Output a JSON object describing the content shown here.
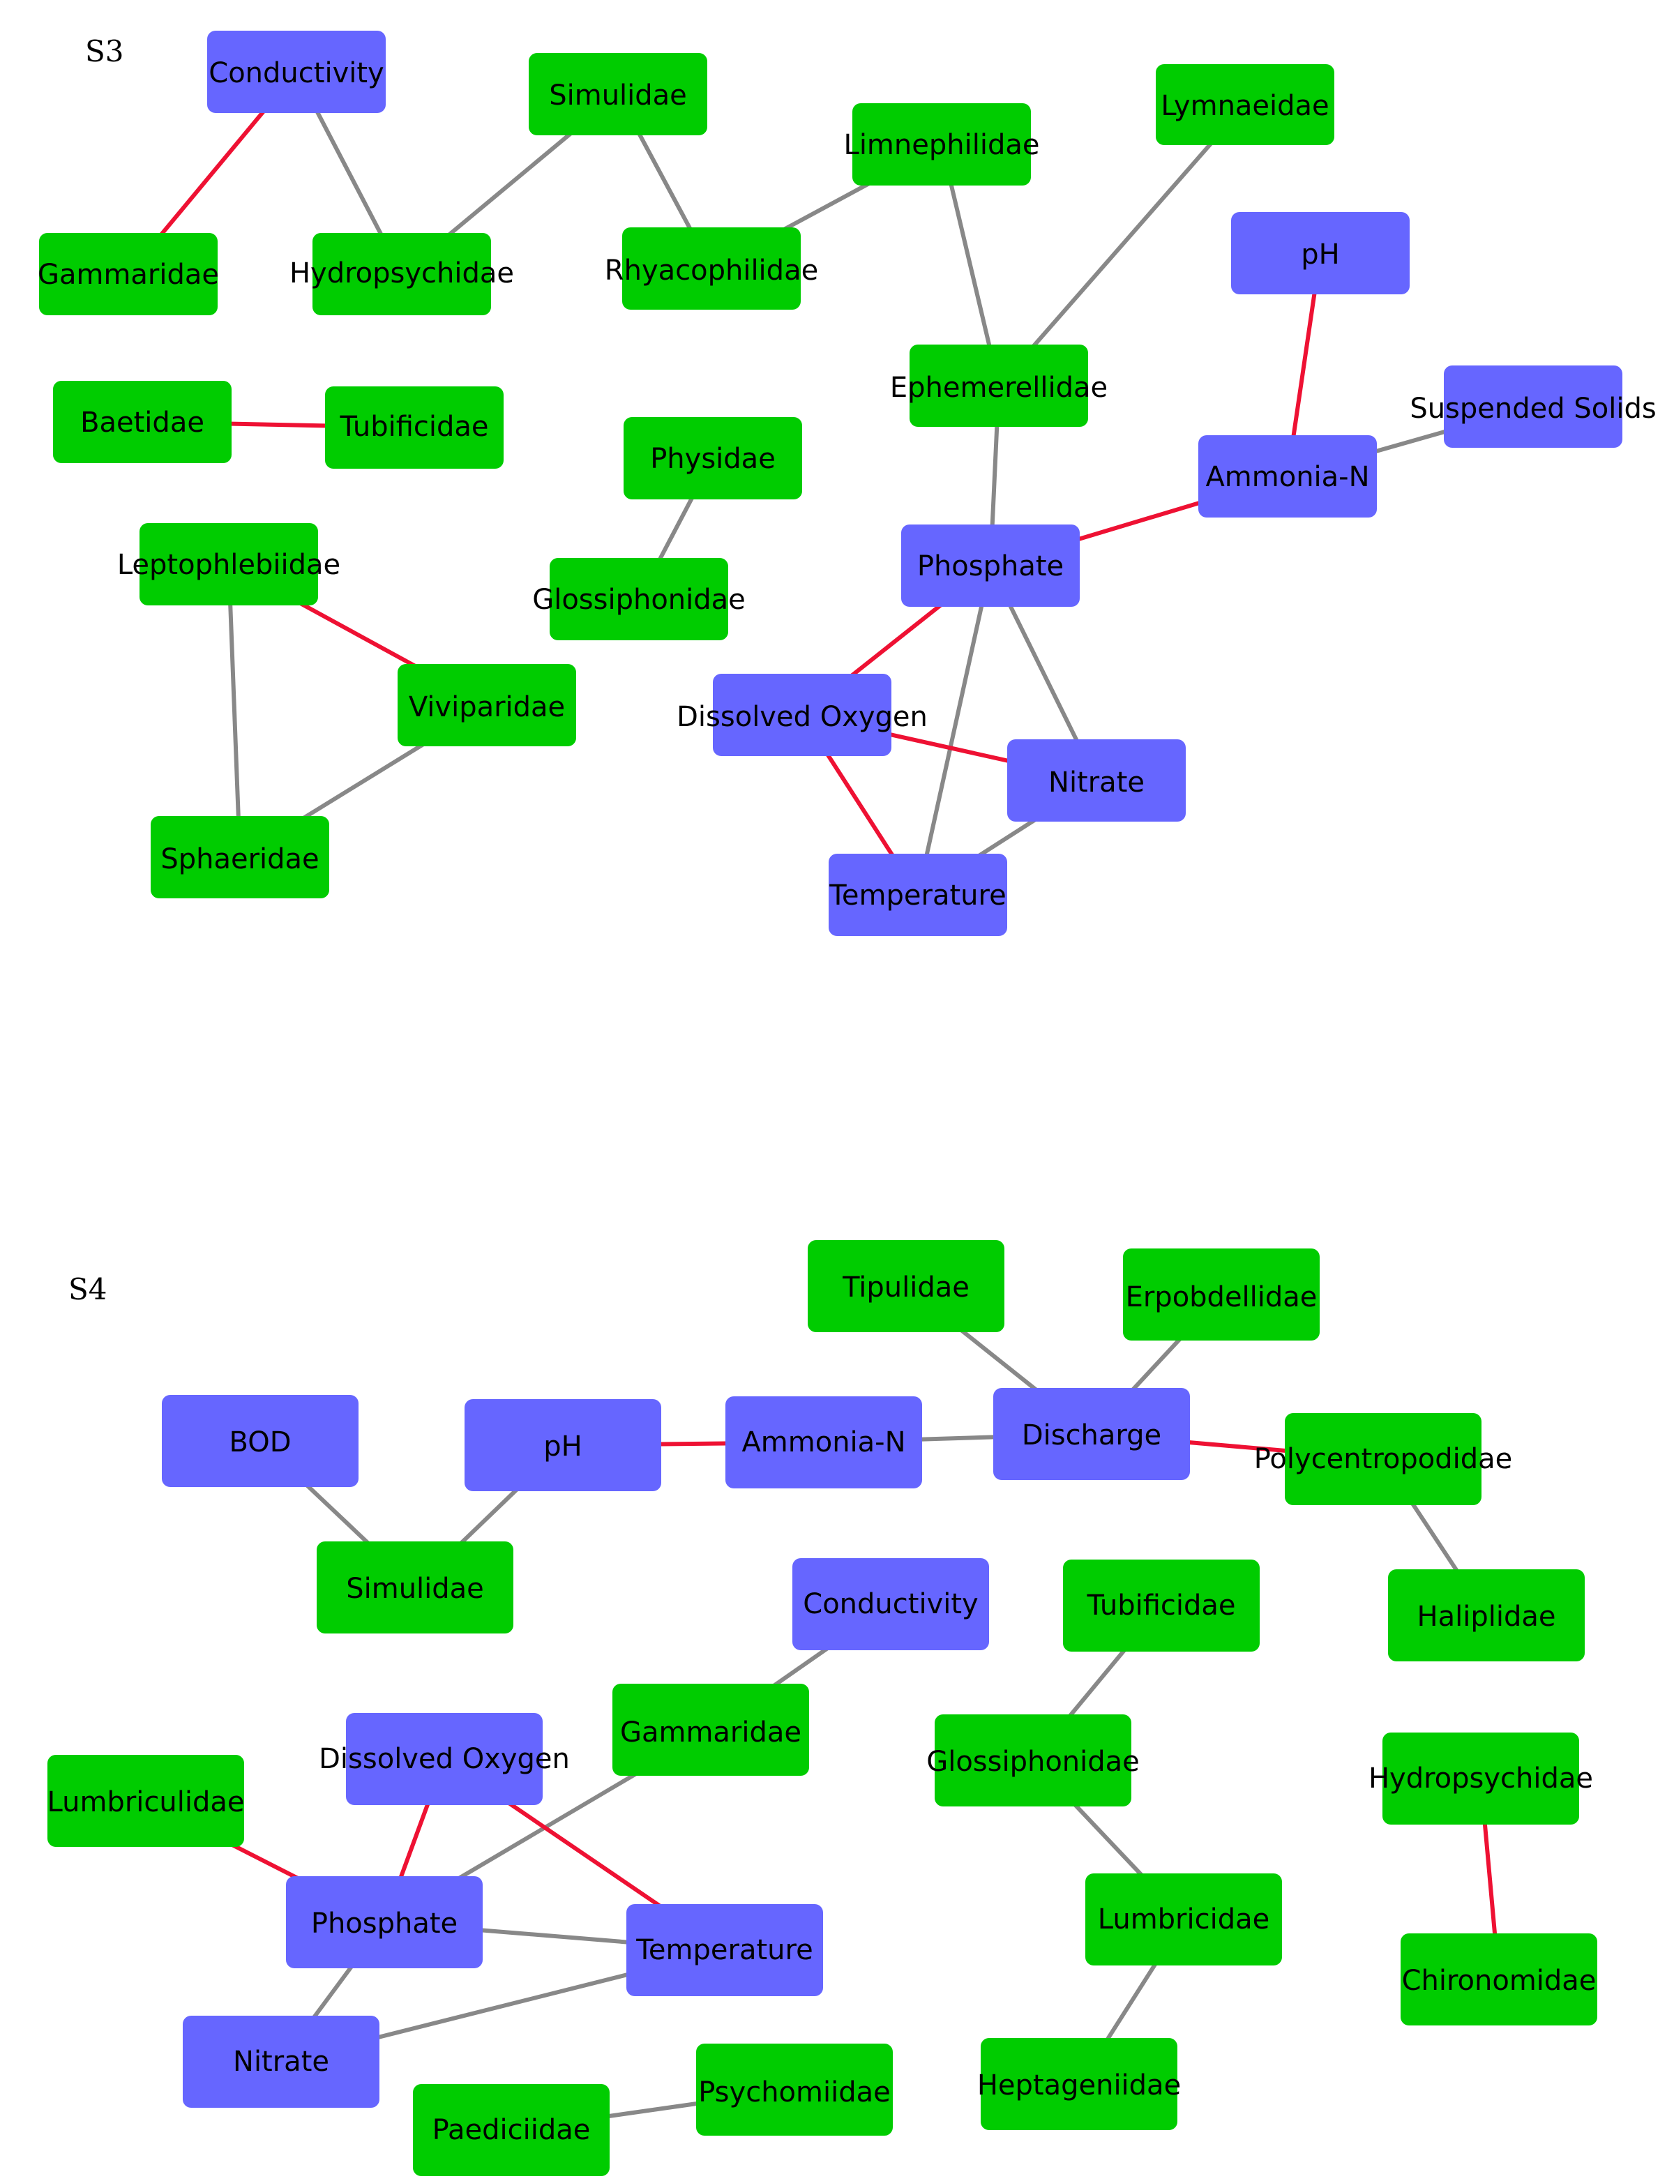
{
  "colors": {
    "taxon": "#00cc00",
    "variable": "#6666ff",
    "positive": "#888888",
    "negative": "#ee1133"
  },
  "panels": [
    {
      "id": "s3",
      "label": "S3",
      "nodes": [
        {
          "id": "s3-conductivity",
          "label": "Conductivity",
          "kind": "variable"
        },
        {
          "id": "s3-simulidae",
          "label": "Simulidae",
          "kind": "taxon"
        },
        {
          "id": "s3-lymnaeidae",
          "label": "Lymnaeidae",
          "kind": "taxon"
        },
        {
          "id": "s3-limnephilidae",
          "label": "Limnephilidae",
          "kind": "taxon"
        },
        {
          "id": "s3-ph",
          "label": "pH",
          "kind": "variable"
        },
        {
          "id": "s3-gammaridae",
          "label": "Gammaridae",
          "kind": "taxon"
        },
        {
          "id": "s3-hydropsychidae",
          "label": "Hydropsychidae",
          "kind": "taxon"
        },
        {
          "id": "s3-rhyacophilidae",
          "label": "Rhyacophilidae",
          "kind": "taxon"
        },
        {
          "id": "s3-ephemerellidae",
          "label": "Ephemerellidae",
          "kind": "taxon"
        },
        {
          "id": "s3-suspended-solids",
          "label": "Suspended Solids",
          "kind": "variable"
        },
        {
          "id": "s3-baetidae",
          "label": "Baetidae",
          "kind": "taxon"
        },
        {
          "id": "s3-tubificidae",
          "label": "Tubificidae",
          "kind": "taxon"
        },
        {
          "id": "s3-physidae",
          "label": "Physidae",
          "kind": "taxon"
        },
        {
          "id": "s3-ammonia-n",
          "label": "Ammonia-N",
          "kind": "variable"
        },
        {
          "id": "s3-leptophlebiidae",
          "label": "Leptophlebiidae",
          "kind": "taxon"
        },
        {
          "id": "s3-glossiphonidae",
          "label": "Glossiphonidae",
          "kind": "taxon"
        },
        {
          "id": "s3-phosphate",
          "label": "Phosphate",
          "kind": "variable"
        },
        {
          "id": "s3-viviparidae",
          "label": "Viviparidae",
          "kind": "taxon"
        },
        {
          "id": "s3-dissolved-oxygen",
          "label": "Dissolved Oxygen",
          "kind": "variable"
        },
        {
          "id": "s3-nitrate",
          "label": "Nitrate",
          "kind": "variable"
        },
        {
          "id": "s3-sphaeridae",
          "label": "Sphaeridae",
          "kind": "taxon"
        },
        {
          "id": "s3-temperature",
          "label": "Temperature",
          "kind": "variable"
        }
      ],
      "edges": [
        {
          "from": "s3-conductivity",
          "to": "s3-gammaridae",
          "sign": "negative"
        },
        {
          "from": "s3-conductivity",
          "to": "s3-hydropsychidae",
          "sign": "positive"
        },
        {
          "from": "s3-simulidae",
          "to": "s3-hydropsychidae",
          "sign": "positive"
        },
        {
          "from": "s3-simulidae",
          "to": "s3-rhyacophilidae",
          "sign": "positive"
        },
        {
          "from": "s3-limnephilidae",
          "to": "s3-rhyacophilidae",
          "sign": "positive"
        },
        {
          "from": "s3-limnephilidae",
          "to": "s3-ephemerellidae",
          "sign": "positive"
        },
        {
          "from": "s3-lymnaeidae",
          "to": "s3-ephemerellidae",
          "sign": "positive"
        },
        {
          "from": "s3-ephemerellidae",
          "to": "s3-phosphate",
          "sign": "positive"
        },
        {
          "from": "s3-ph",
          "to": "s3-ammonia-n",
          "sign": "negative"
        },
        {
          "from": "s3-suspended-solids",
          "to": "s3-ammonia-n",
          "sign": "positive"
        },
        {
          "from": "s3-ammonia-n",
          "to": "s3-phosphate",
          "sign": "negative"
        },
        {
          "from": "s3-baetidae",
          "to": "s3-tubificidae",
          "sign": "negative"
        },
        {
          "from": "s3-physidae",
          "to": "s3-glossiphonidae",
          "sign": "positive"
        },
        {
          "from": "s3-leptophlebiidae",
          "to": "s3-viviparidae",
          "sign": "negative"
        },
        {
          "from": "s3-leptophlebiidae",
          "to": "s3-sphaeridae",
          "sign": "positive"
        },
        {
          "from": "s3-viviparidae",
          "to": "s3-sphaeridae",
          "sign": "positive"
        },
        {
          "from": "s3-phosphate",
          "to": "s3-dissolved-oxygen",
          "sign": "negative"
        },
        {
          "from": "s3-phosphate",
          "to": "s3-nitrate",
          "sign": "positive"
        },
        {
          "from": "s3-phosphate",
          "to": "s3-temperature",
          "sign": "positive"
        },
        {
          "from": "s3-dissolved-oxygen",
          "to": "s3-nitrate",
          "sign": "negative"
        },
        {
          "from": "s3-dissolved-oxygen",
          "to": "s3-temperature",
          "sign": "negative"
        },
        {
          "from": "s3-nitrate",
          "to": "s3-temperature",
          "sign": "positive"
        }
      ]
    },
    {
      "id": "s4",
      "label": "S4",
      "nodes": [
        {
          "id": "s4-tipulidae",
          "label": "Tipulidae",
          "kind": "taxon"
        },
        {
          "id": "s4-erpobdellidae",
          "label": "Erpobdellidae",
          "kind": "taxon"
        },
        {
          "id": "s4-bod",
          "label": "BOD",
          "kind": "variable"
        },
        {
          "id": "s4-ph",
          "label": "pH",
          "kind": "variable"
        },
        {
          "id": "s4-ammonia-n",
          "label": "Ammonia-N",
          "kind": "variable"
        },
        {
          "id": "s4-discharge",
          "label": "Discharge",
          "kind": "variable"
        },
        {
          "id": "s4-polycentropodidae",
          "label": "Polycentropodidae",
          "kind": "taxon"
        },
        {
          "id": "s4-simulidae",
          "label": "Simulidae",
          "kind": "taxon"
        },
        {
          "id": "s4-haliplidae",
          "label": "Haliplidae",
          "kind": "taxon"
        },
        {
          "id": "s4-conductivity",
          "label": "Conductivity",
          "kind": "variable"
        },
        {
          "id": "s4-tubificidae",
          "label": "Tubificidae",
          "kind": "taxon"
        },
        {
          "id": "s4-gammaridae",
          "label": "Gammaridae",
          "kind": "taxon"
        },
        {
          "id": "s4-dissolved-oxygen",
          "label": "Dissolved Oxygen",
          "kind": "variable"
        },
        {
          "id": "s4-glossiphonidae",
          "label": "Glossiphonidae",
          "kind": "taxon"
        },
        {
          "id": "s4-hydropsychidae",
          "label": "Hydropsychidae",
          "kind": "taxon"
        },
        {
          "id": "s4-lumbriculidae",
          "label": "Lumbriculidae",
          "kind": "taxon"
        },
        {
          "id": "s4-lumbricidae",
          "label": "Lumbricidae",
          "kind": "taxon"
        },
        {
          "id": "s4-phosphate",
          "label": "Phosphate",
          "kind": "variable"
        },
        {
          "id": "s4-temperature",
          "label": "Temperature",
          "kind": "variable"
        },
        {
          "id": "s4-chironomidae",
          "label": "Chironomidae",
          "kind": "taxon"
        },
        {
          "id": "s4-nitrate",
          "label": "Nitrate",
          "kind": "variable"
        },
        {
          "id": "s4-heptageniidae",
          "label": "Heptageniidae",
          "kind": "taxon"
        },
        {
          "id": "s4-psychomiidae",
          "label": "Psychomiidae",
          "kind": "taxon"
        },
        {
          "id": "s4-paediciidae",
          "label": "Paediciidae",
          "kind": "taxon"
        }
      ],
      "edges": [
        {
          "from": "s4-bod",
          "to": "s4-simulidae",
          "sign": "positive"
        },
        {
          "from": "s4-ph",
          "to": "s4-simulidae",
          "sign": "positive"
        },
        {
          "from": "s4-ph",
          "to": "s4-ammonia-n",
          "sign": "negative"
        },
        {
          "from": "s4-ammonia-n",
          "to": "s4-discharge",
          "sign": "positive"
        },
        {
          "from": "s4-tipulidae",
          "to": "s4-discharge",
          "sign": "positive"
        },
        {
          "from": "s4-erpobdellidae",
          "to": "s4-discharge",
          "sign": "positive"
        },
        {
          "from": "s4-discharge",
          "to": "s4-polycentropodidae",
          "sign": "negative"
        },
        {
          "from": "s4-polycentropodidae",
          "to": "s4-haliplidae",
          "sign": "positive"
        },
        {
          "from": "s4-conductivity",
          "to": "s4-gammaridae",
          "sign": "positive"
        },
        {
          "from": "s4-gammaridae",
          "to": "s4-phosphate",
          "sign": "positive"
        },
        {
          "from": "s4-tubificidae",
          "to": "s4-glossiphonidae",
          "sign": "positive"
        },
        {
          "from": "s4-glossiphonidae",
          "to": "s4-lumbricidae",
          "sign": "positive"
        },
        {
          "from": "s4-lumbricidae",
          "to": "s4-heptageniidae",
          "sign": "positive"
        },
        {
          "from": "s4-hydropsychidae",
          "to": "s4-chironomidae",
          "sign": "negative"
        },
        {
          "from": "s4-dissolved-oxygen",
          "to": "s4-phosphate",
          "sign": "negative"
        },
        {
          "from": "s4-dissolved-oxygen",
          "to": "s4-temperature",
          "sign": "negative"
        },
        {
          "from": "s4-lumbriculidae",
          "to": "s4-phosphate",
          "sign": "negative"
        },
        {
          "from": "s4-phosphate",
          "to": "s4-temperature",
          "sign": "positive"
        },
        {
          "from": "s4-phosphate",
          "to": "s4-nitrate",
          "sign": "positive"
        },
        {
          "from": "s4-nitrate",
          "to": "s4-temperature",
          "sign": "positive"
        },
        {
          "from": "s4-paediciidae",
          "to": "s4-psychomiidae",
          "sign": "positive"
        }
      ]
    }
  ]
}
